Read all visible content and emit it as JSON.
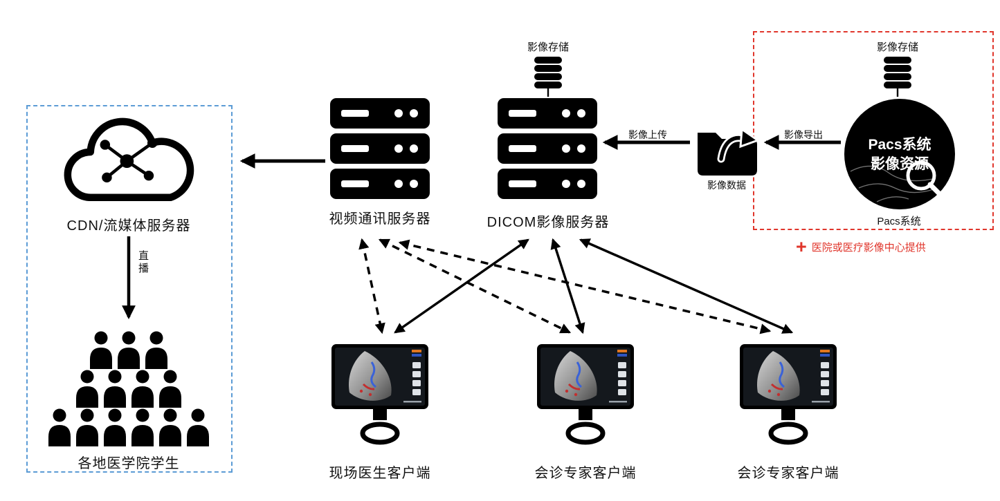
{
  "colors": {
    "accent_red": "#e0352b",
    "accent_blue": "#5b9bd5",
    "ink": "#000000"
  },
  "pacs_group": {
    "storage_label": "影像存储",
    "circle_title_line1": "Pacs系统",
    "circle_title_line2": "影像资源",
    "caption": "Pacs系统",
    "provider_plus": "+",
    "provider_note": "医院或医疗影像中心提供"
  },
  "dicom_group": {
    "storage_label": "影像存储",
    "server_label": "DICOM影像服务器"
  },
  "video_server": {
    "label": "视频通讯服务器"
  },
  "cdn": {
    "label": "CDN/流媒体服务器"
  },
  "broadcast": {
    "label": "直播"
  },
  "students": {
    "label": "各地医学院学生"
  },
  "transfer": {
    "folder_label": "影像数据",
    "export_label": "影像导出",
    "upload_label": "影像上传"
  },
  "clients": [
    {
      "label": "现场医生客户端"
    },
    {
      "label": "会诊专家客户端"
    },
    {
      "label": "会诊专家客户端"
    }
  ]
}
